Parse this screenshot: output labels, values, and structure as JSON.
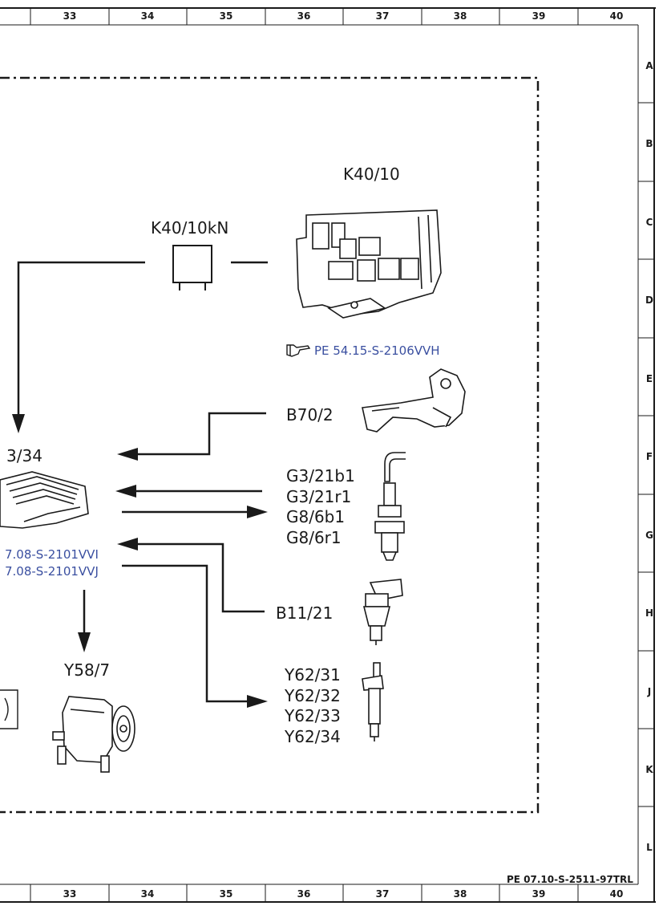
{
  "frame": {
    "columns": [
      "33",
      "34",
      "35",
      "36",
      "37",
      "38",
      "39",
      "40"
    ],
    "rows": [
      "A",
      "B",
      "C",
      "D",
      "E",
      "F",
      "G",
      "H",
      "J",
      "K",
      "L"
    ],
    "doc_ref": "PE 07.10-S-2511-97TRL"
  },
  "components": {
    "k40_10": "K40/10",
    "k40_10kn": "K40/10kN",
    "b70_2": "B70/2",
    "oxygen_sensors": [
      "G3/21b1",
      "G3/21r1",
      "G8/6b1",
      "G8/6r1"
    ],
    "b11_21": "B11/21",
    "injectors": [
      "Y62/31",
      "Y62/32",
      "Y62/33",
      "Y62/34"
    ],
    "y58_7": "Y58/7",
    "ecu": "3/34"
  },
  "references": {
    "fuse_box_ref": "PE 54.15-S-2106VVH",
    "ecu_ref_1": "7.08-S-2101VVI",
    "ecu_ref_2": "7.08-S-2101VVJ"
  },
  "icons": {
    "reference_pointer": "hand-pointer-icon"
  },
  "colors": {
    "reference_link": "#3a4fa0",
    "line": "#1a1a1a"
  }
}
